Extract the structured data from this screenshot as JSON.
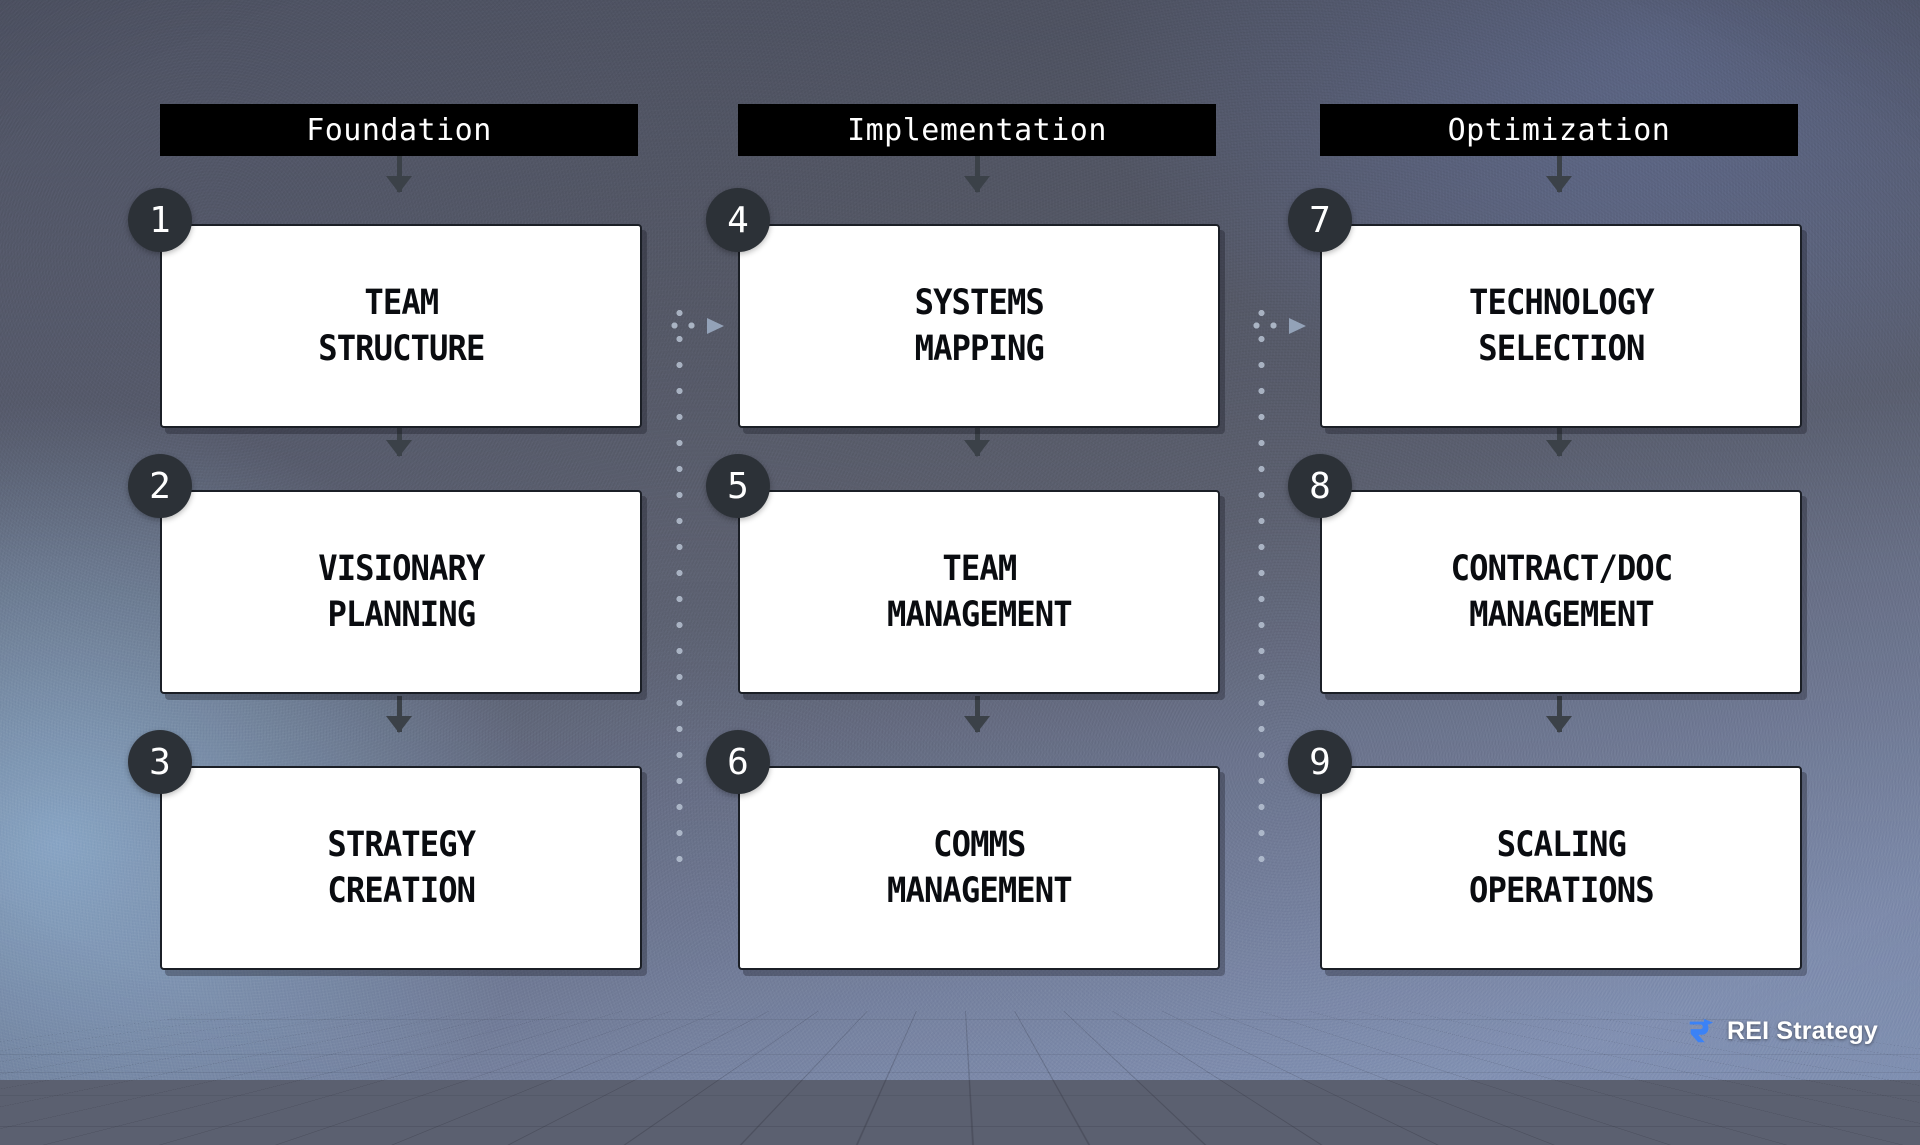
{
  "background": {
    "style": "perspective-grid",
    "gradient_from": "#60657a",
    "gradient_to": "#8b9cc0",
    "grid_color": "#1e212b"
  },
  "theme": {
    "box_fill": "#ffffff",
    "box_border": "#1b1f26",
    "header_fill": "#000000",
    "header_text": "#ffffff",
    "badge_fill": "#2c3137",
    "arrow_color": "#3b4148",
    "dot_color": "#b9c4d4",
    "logo_accent": "#3b82f6"
  },
  "columns": [
    {
      "header": "Foundation",
      "nodes": [
        {
          "number": "1",
          "label": "TEAM\nSTRUCTURE"
        },
        {
          "number": "2",
          "label": "VISIONARY\nPLANNING"
        },
        {
          "number": "3",
          "label": "STRATEGY\nCREATION"
        }
      ]
    },
    {
      "header": "Implementation",
      "nodes": [
        {
          "number": "4",
          "label": "SYSTEMS\nMAPPING"
        },
        {
          "number": "5",
          "label": "TEAM\nMANAGEMENT"
        },
        {
          "number": "6",
          "label": "COMMS\nMANAGEMENT"
        }
      ]
    },
    {
      "header": "Optimization",
      "nodes": [
        {
          "number": "7",
          "label": "TECHNOLOGY\nSELECTION"
        },
        {
          "number": "8",
          "label": "CONTRACT/DOC\nMANAGEMENT"
        },
        {
          "number": "9",
          "label": "SCALING\nOPERATIONS"
        }
      ]
    }
  ],
  "logo": {
    "icon": "rei-arrow-icon",
    "text": "REI Strategy"
  }
}
